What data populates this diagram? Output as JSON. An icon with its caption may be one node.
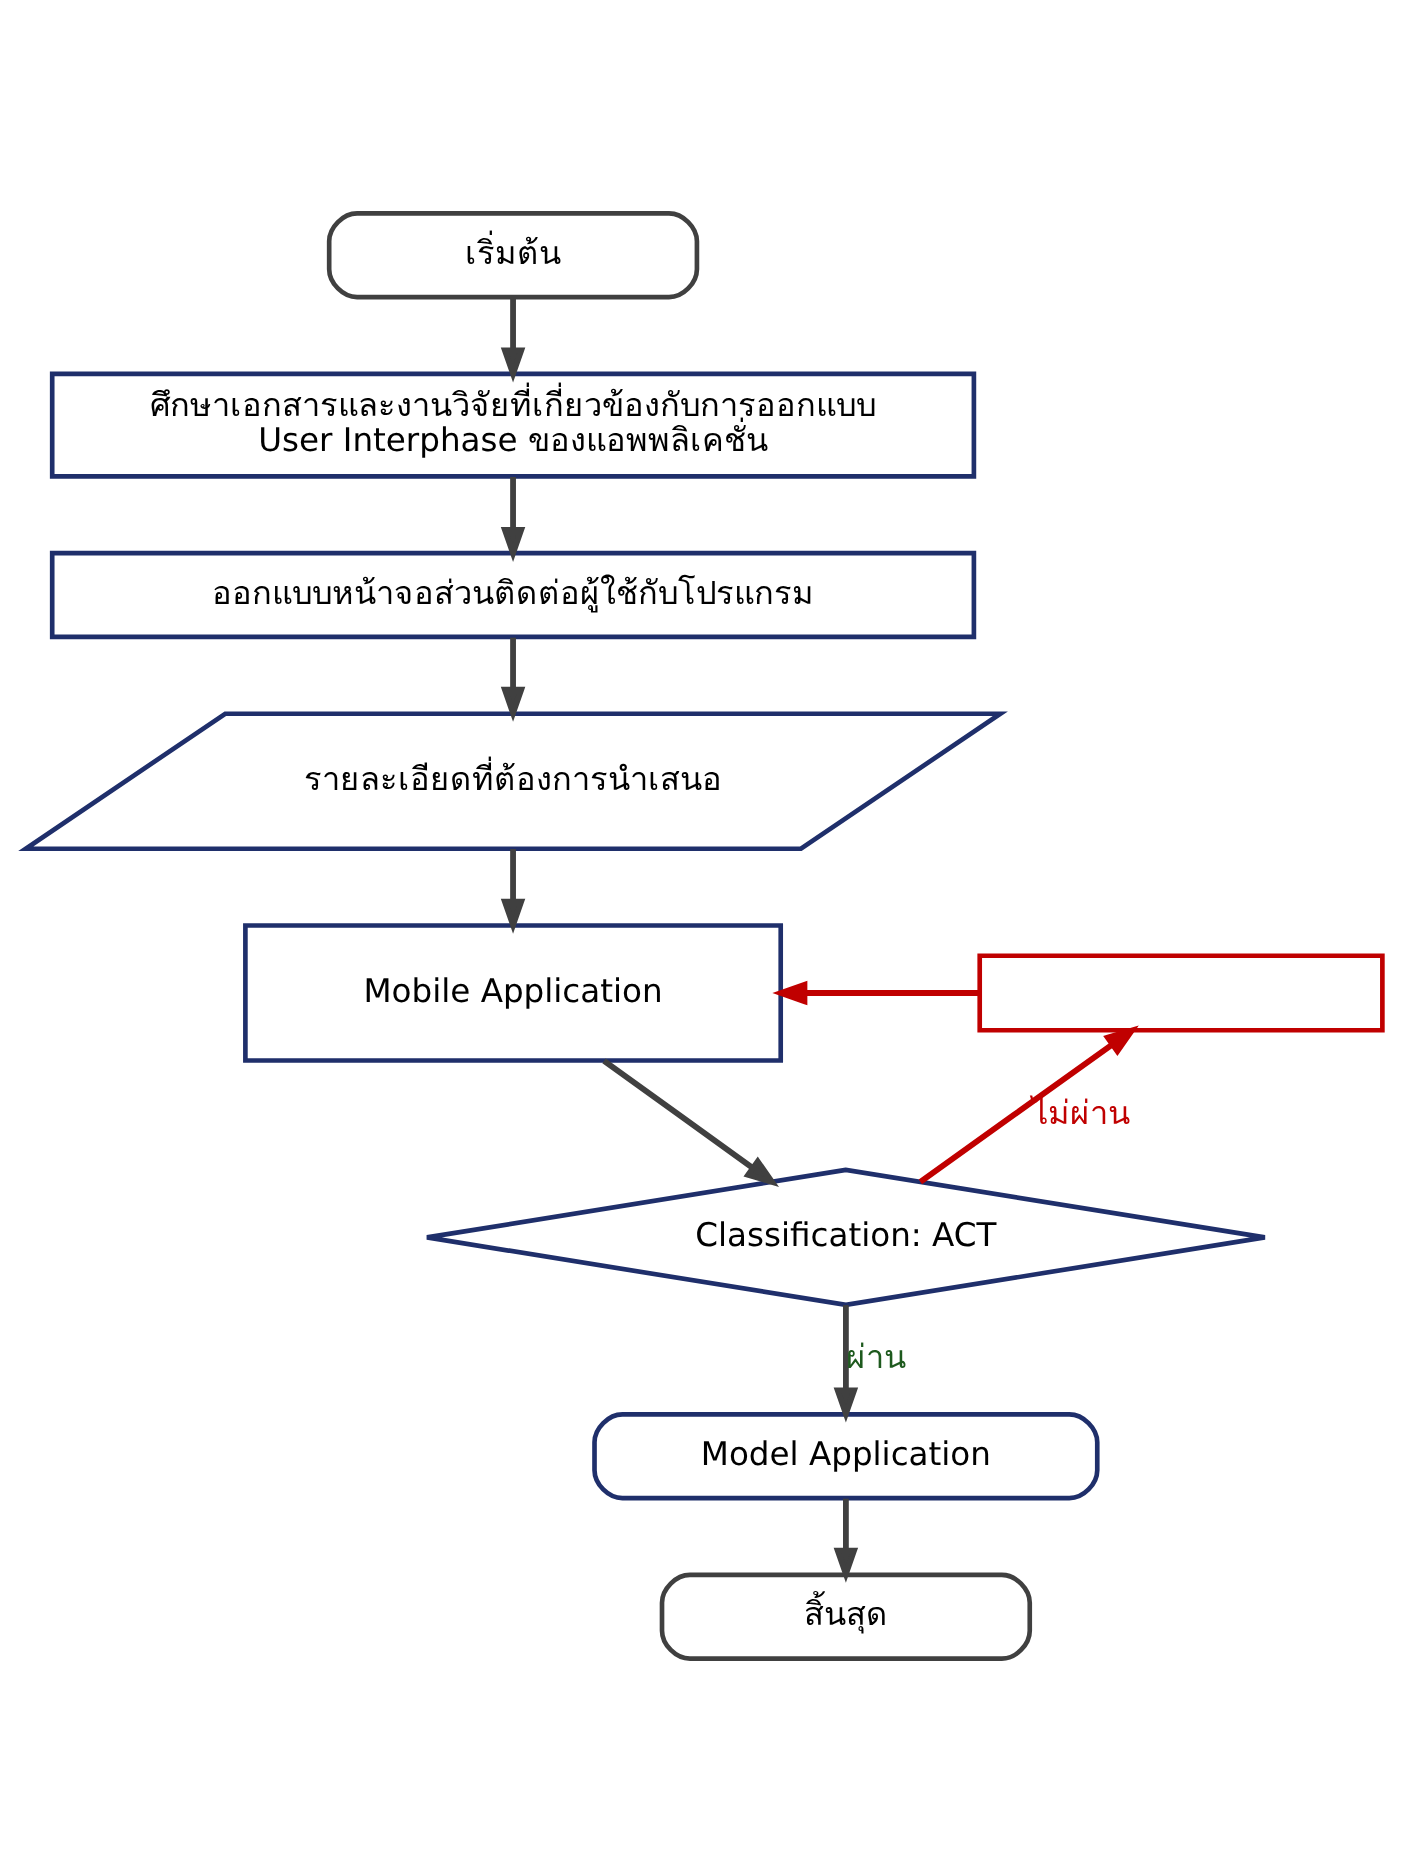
{
  "diagram": {
    "nodes": [
      {
        "text": [
          "เริ่มต้น"
        ]
      },
      {
        "text": [
          "ศึกษาเอกสารและงานวิจัยที่เกี่ยวข้องกับการออกแบบ User Interphase ของแอพพลิเคชั่น"
        ]
      },
      {
        "text": [
          "ออกแบบหน้าจอส่วนติดต่อผู้ใช้กับโปรแกรม"
        ]
      },
      {
        "text": [
          "รายละเอียดที่ต้องการนำเสนอ"
        ]
      },
      {
        "text": [
          "Mobile Application"
        ]
      },
      {
        "text": [
          "Classification: ACT"
        ]
      },
      {
        "text": [
          "Model Application"
        ]
      },
      {
        "text": [
          "สิ้นสุด"
        ]
      },
      {
        "text": [],
        "shape": "box"
      }
    ],
    "edges": [
      {
        "from": 0,
        "to": 1,
        "arrow": "to"
      },
      {
        "from": 1,
        "to": 2,
        "arrow": "to"
      },
      {
        "from": 2,
        "to": 3,
        "arrow": "to"
      },
      {
        "from": 3,
        "to": 4,
        "arrow": "to"
      },
      {
        "from": 4,
        "to": 5,
        "arrow": "to"
      },
      {
        "from": 5,
        "to": 6,
        "arrow": "to",
        "label": "ผ่าน"
      },
      {
        "from": 6,
        "to": 7,
        "arrow": "to"
      },
      {
        "from": 5,
        "to": 8,
        "arrow": "to",
        "label": "ไม่ผ่าน",
        "color": "#c00000"
      },
      {
        "from": 8,
        "to": 4,
        "arrow": "to",
        "color": "#c00000"
      }
    ]
  }
}
